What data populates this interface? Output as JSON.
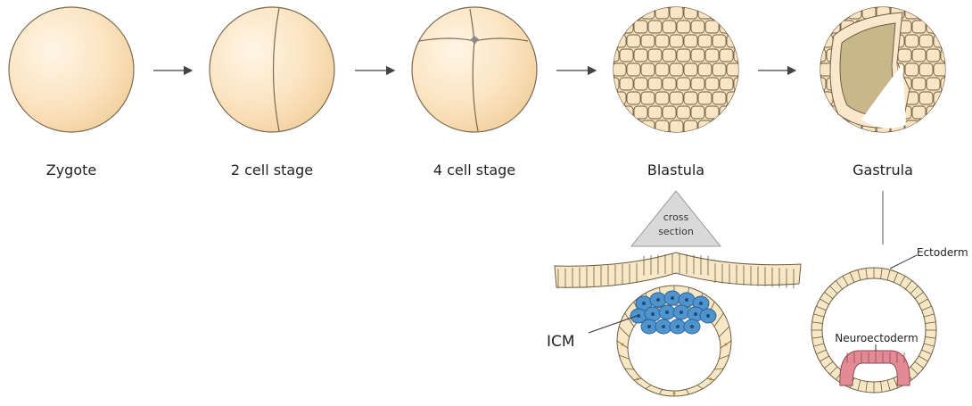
{
  "stages": [
    {
      "label": "Zygote"
    },
    {
      "label": "2 cell stage"
    },
    {
      "label": "4 cell stage"
    },
    {
      "label": "Blastula"
    },
    {
      "label": "Gastrula"
    }
  ],
  "blastula_detail": {
    "cross_section_line1": "cross",
    "cross_section_line2": "section",
    "icm_label": "ICM"
  },
  "gastrula_detail": {
    "ectoderm_label": "Ectoderm",
    "neuroectoderm_label": "Neuroectoderm"
  },
  "colors": {
    "cell_fill": "#fbe3c0",
    "cell_outline": "#8a7a60",
    "cavity": "#c9b78a",
    "icm": "#4f93cf",
    "neuroectoderm": "#e48a96",
    "ectoderm": "#f6e7c5",
    "cross_section_wedge": "#d9d9d9"
  }
}
